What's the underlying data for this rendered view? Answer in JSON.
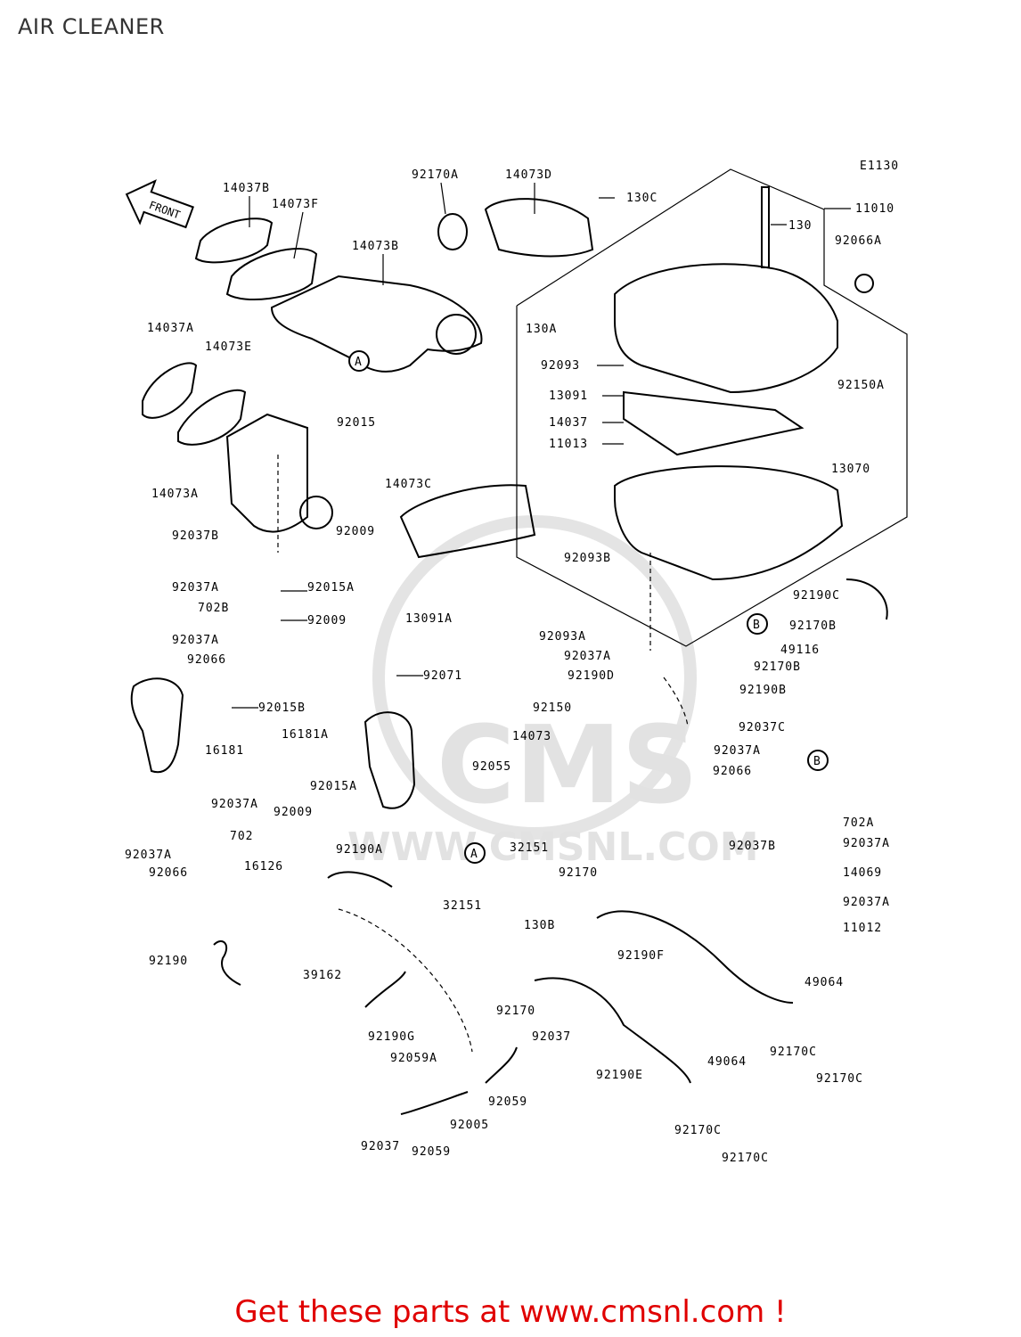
{
  "page": {
    "title": "AIR CLEANER",
    "footer": "Get these parts at www.cmsnl.com !",
    "diagram_code": "E1130",
    "front_label": "FRONT",
    "watermark_text": "WWW.CMSNL.COM",
    "watermark_logo": "CMS"
  },
  "callouts": [
    {
      "id": "A",
      "text": "A"
    },
    {
      "id": "B",
      "text": "B"
    }
  ],
  "labels": [
    "14037B",
    "14073F",
    "14073B",
    "92170A",
    "14073D",
    "130C",
    "11010",
    "130",
    "92066A",
    "14037A",
    "14073E",
    "130A",
    "92093",
    "13091",
    "14037",
    "11013",
    "92150A",
    "13070",
    "92015",
    "14073A",
    "14073C",
    "92009",
    "92037B",
    "92093B",
    "92037A",
    "92015A",
    "702B",
    "92009",
    "92190C",
    "92037A",
    "13091A",
    "92093A",
    "92170B",
    "92066",
    "49116",
    "92037A",
    "92190D",
    "92170B",
    "92071",
    "92190B",
    "92015B",
    "92150",
    "92037C",
    "16181",
    "16181A",
    "14073",
    "92037A",
    "92055",
    "92066",
    "92015A",
    "92037A",
    "92009",
    "702",
    "92190A",
    "32151",
    "92037B",
    "92037A",
    "92066",
    "16126",
    "92170",
    "702A",
    "92037A",
    "32151",
    "14069",
    "92037A",
    "11012",
    "130B",
    "92190",
    "92190F",
    "39162",
    "49064",
    "92170",
    "92190G",
    "92037",
    "92170C",
    "92170C",
    "92059A",
    "92190E",
    "49064",
    "92059",
    "92005",
    "92170C",
    "92037",
    "92059",
    "92170C"
  ],
  "colors": {
    "footer": "#e00000",
    "line": "#000000",
    "watermark": "#e4e4e4"
  }
}
